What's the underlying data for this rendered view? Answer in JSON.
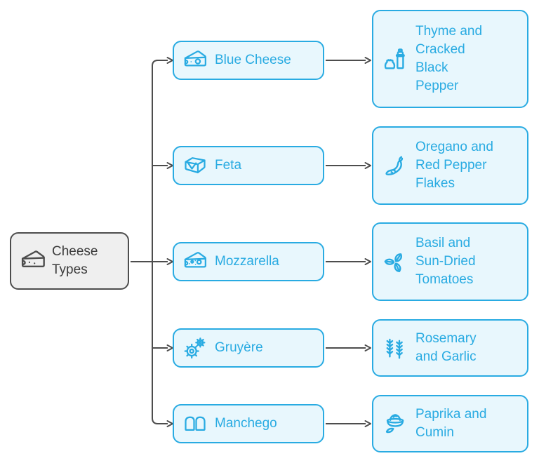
{
  "diagram": {
    "root": {
      "label": "Cheese Types",
      "lines": [
        "Cheese",
        "Types"
      ],
      "icon": "cheese-wedge"
    },
    "rows": [
      {
        "cheese": {
          "label": "Blue Cheese",
          "icon": "cheese-wedge"
        },
        "pairing": {
          "label": "Thyme and Cracked Black Pepper",
          "lines": [
            "Thyme and",
            "Cracked",
            "Black",
            "Pepper"
          ],
          "icon": "pepper-grinder"
        }
      },
      {
        "cheese": {
          "label": "Feta",
          "icon": "cheese-block"
        },
        "pairing": {
          "label": "Oregano and Red Pepper Flakes",
          "lines": [
            "Oregano and",
            "Red Pepper",
            "Flakes"
          ],
          "icon": "chili-pepper"
        }
      },
      {
        "cheese": {
          "label": "Mozzarella",
          "icon": "cheese-wedge-holes"
        },
        "pairing": {
          "label": "Basil and Sun-Dried Tomatoes",
          "lines": [
            "Basil and",
            "Sun-Dried",
            "Tomatoes"
          ],
          "icon": "basil-leaves"
        }
      },
      {
        "cheese": {
          "label": "Gruyère",
          "icon": "gears"
        },
        "pairing": {
          "label": "Rosemary and Garlic",
          "lines": [
            "Rosemary",
            "and Garlic"
          ],
          "icon": "rosemary-sprigs"
        }
      },
      {
        "cheese": {
          "label": "Manchego",
          "icon": "bread-loaves"
        },
        "pairing": {
          "label": "Paprika and Cumin",
          "lines": [
            "Paprika and",
            "Cumin"
          ],
          "icon": "spice-bowl"
        }
      }
    ],
    "colors": {
      "accent": "#29abe2",
      "node_fill": "#e8f7fd",
      "root_fill": "#efefef",
      "root_border": "#4d4d4d",
      "connector": "#4d4d4d",
      "background": "#ffffff"
    }
  }
}
